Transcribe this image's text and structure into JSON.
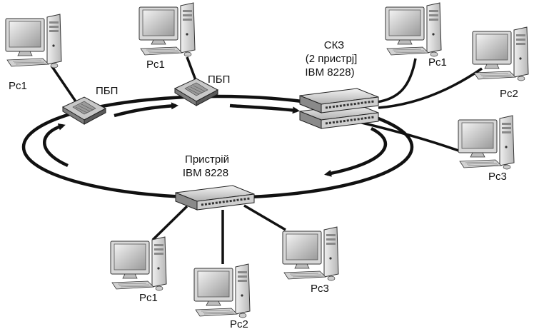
{
  "labels": {
    "pc_top_left": "Pc1",
    "pc_top_mid": "Pc1",
    "pc_right_1": "Pc1",
    "pc_right_2": "Pc2",
    "pc_right_3": "Pc3",
    "pc_bottom_1": "Pc1",
    "pc_bottom_2": "Pc2",
    "pc_bottom_3": "Pc3",
    "pbp_1": "ПБП",
    "pbp_2": "ПБП",
    "skz_line1": "СКЗ",
    "skz_line2": "(2 пристрj]",
    "skz_line3": "IBM 8228)",
    "device_line1": "Пристрій",
    "device_line2": "IBM 8228"
  },
  "colors": {
    "line": "#111111",
    "monitor_frame": "#d9d9d9",
    "screen": "#cfcfcf",
    "tower": "#e6e6e6",
    "device_top": "#dcdcdc"
  }
}
